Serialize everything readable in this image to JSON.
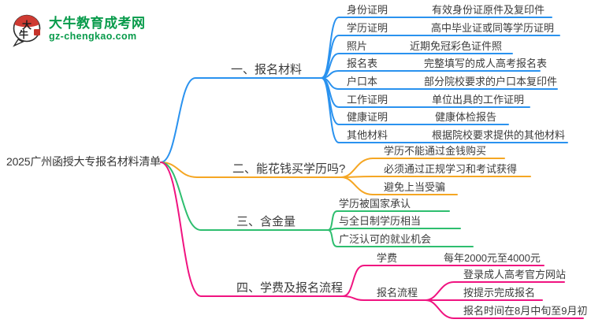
{
  "colors": {
    "branch_blue": "#2a92ef",
    "branch_orange": "#f5a623",
    "branch_green": "#2ebe6f",
    "branch_pink": "#f01380",
    "brand_green": "#089b4b",
    "node_text": "#3b3b3b"
  },
  "logo": {
    "icon_chars": [
      "大",
      "牛"
    ],
    "site_name": "大牛教育成考网",
    "site_url": "gz-chengkao.com"
  },
  "root": {
    "label": "2025广州函授大专报名材料清单"
  },
  "branches": [
    {
      "label": "一、报名材料",
      "color": "#2a92ef",
      "children": [
        {
          "label": "身份证明",
          "value": "有效身份证原件及复印件"
        },
        {
          "label": "学历证明",
          "value": "高中毕业证或同等学历证明"
        },
        {
          "label": "照片",
          "value": "近期免冠彩色证件照"
        },
        {
          "label": "报名表",
          "value": "完整填写的成人高考报名表"
        },
        {
          "label": "户口本",
          "value": "部分院校要求的户口本复印件"
        },
        {
          "label": "工作证明",
          "value": "单位出具的工作证明"
        },
        {
          "label": "健康证明",
          "value": "健康体检报告"
        },
        {
          "label": "其他材料",
          "value": "根据院校要求提供的其他材料"
        }
      ]
    },
    {
      "label": "二、能花钱买学历吗?",
      "color": "#f5a623",
      "children": [
        {
          "label": "学历不能通过金钱购买"
        },
        {
          "label": "必须通过正规学习和考试获得"
        },
        {
          "label": "避免上当受骗"
        }
      ]
    },
    {
      "label": "三、含金量",
      "color": "#2ebe6f",
      "children": [
        {
          "label": "学历被国家承认"
        },
        {
          "label": "与全日制学历相当"
        },
        {
          "label": "广泛认可的就业机会"
        }
      ]
    },
    {
      "label": "四、学费及报名流程",
      "color": "#f01380",
      "children": [
        {
          "label": "学费",
          "value": "每年2000元至4000元"
        },
        {
          "label": "报名流程",
          "children": [
            {
              "label": "登录成人高考官方网站"
            },
            {
              "label": "按提示完成报名"
            },
            {
              "label": "报名时间在8月中旬至9月初"
            }
          ]
        }
      ]
    }
  ]
}
